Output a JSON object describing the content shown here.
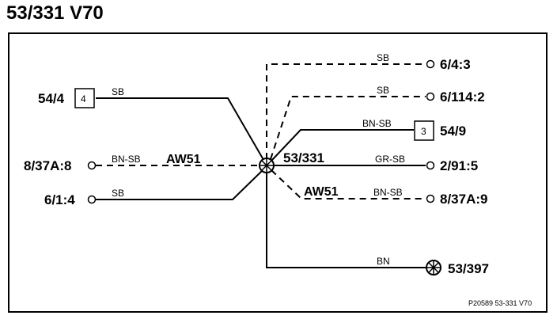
{
  "title": "53/331 V70",
  "center": {
    "label": "53/331"
  },
  "left": {
    "c54_4": {
      "label": "54/4",
      "box": "4",
      "wire": "SB"
    },
    "c8_37A_8": {
      "label": "8/37A:8",
      "wire": "BN-SB",
      "tag": "AW51"
    },
    "c6_1_4": {
      "label": "6/1:4",
      "wire": "SB"
    }
  },
  "right": {
    "c6_4_3": {
      "label": "6/4:3",
      "wire": "SB"
    },
    "c6_114_2": {
      "label": "6/114:2",
      "wire": "SB"
    },
    "c54_9": {
      "label": "54/9",
      "box": "3",
      "wire": "BN-SB"
    },
    "c2_91_5": {
      "label": "2/91:5",
      "wire": "GR-SB"
    },
    "c8_37A_9": {
      "label": "8/37A:9",
      "wire": "BN-SB",
      "tag": "AW51"
    },
    "c53_397": {
      "label": "53/397",
      "wire": "BN"
    }
  },
  "footer": {
    "ref": "P20589  53-331  V70"
  }
}
